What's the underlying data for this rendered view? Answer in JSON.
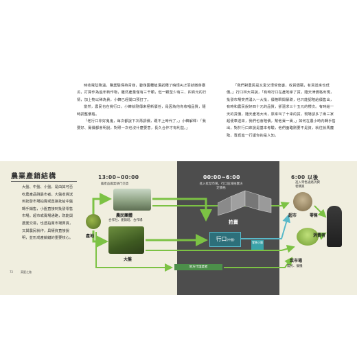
{
  "text": {
    "left_paragraphs": [
      "時收電陰降溫，購業驗保持青綠，碧嶺園種植漢試種了曉怪ALE羽狀嫩芽甕瓜，打算作為過年新作物，雖然產量僅有三千顆，但一顆至少有三、四百元的行情，加上物以稀為貴，小韓已經開口預訂了。",
      "當然，農民也在挑行口，小韓就剛傳來極新價任，是因為他肯收唱品質，隨時調整價格。",
      "「老行口非好鬼鬼，毎次都說下次再調價，跟不上時代了，」小韓解釋：「我要好、實價都會明說，對照一次也沒什麼要意，長久合作才有利益。」"
    ],
    "right_paragraphs": [
      "「我們對農民是又愛又恨受傷害，收貨價甄，有貨送來也低價。」行口林大哥說，「有時行口在產地拿了貨，隨天津價格出現，批發市場突然湧入一大批，價格瞬間暴跌，也只能認賠給價售出，有時和農民說好四十元的品質，卻還求三十五元的櫻次。有時給一天的貨價，隨天產地大出，原來叫了十來的貨，現場卻多了兩三家超便車送來，我們也會賠價，幫他賣一賣，」如何在農小時內轉手售出，對於行口來說是基本考驗，他們面臨剛要不是資，就往就馬魔殤，專覓進一行讓你的是人知。"
    ]
  },
  "chart": {
    "title": "農業產銷結構",
    "intro": "大盤、中盤、小盤，是由其可否吃農產品跳最市者。大盤收貨送到批發市場拍賣或直接批給中盤轉手銷售，小盤直接到批發零售市場。超市或賣場通路，既能與農業交易，也透拍賣市場賈貨，又與農民就作，具權資直接說明，並形成產銷鏈的重要核心。",
    "times": {
      "farm_time": "13:00~00:00",
      "farm_sub": "農產品農業執行交貨",
      "market_time": "00:00~6:00",
      "market_sub": "進入批發市場，行口區域拍賣決定價格",
      "retail_time": "6:00 以後",
      "retail_sub": "進入零售通路消費者購買"
    },
    "labels": {
      "farmers": "農民團體",
      "farmers_sub": "合作社、產銷班、合作場",
      "origin": "產地",
      "bulk": "大盤",
      "auction": "拍賣",
      "wholesaler": "行口",
      "wholesaler_tag": "(中盤)",
      "retail_chip": "零售小盤",
      "agent": "地方代理業者",
      "supermarket": "超市",
      "retail": "零售",
      "wet_market": "菜市場",
      "wet_market_sub": "農民、餐攤",
      "consumer": "消費者"
    }
  },
  "footer": {
    "page_number": "72",
    "section": "菜籃之路"
  },
  "colors": {
    "band": "#f0eedf",
    "dark": "#4d4d4d",
    "arrow_green": "#7cc244",
    "arrow_teal": "#58b9c9"
  }
}
